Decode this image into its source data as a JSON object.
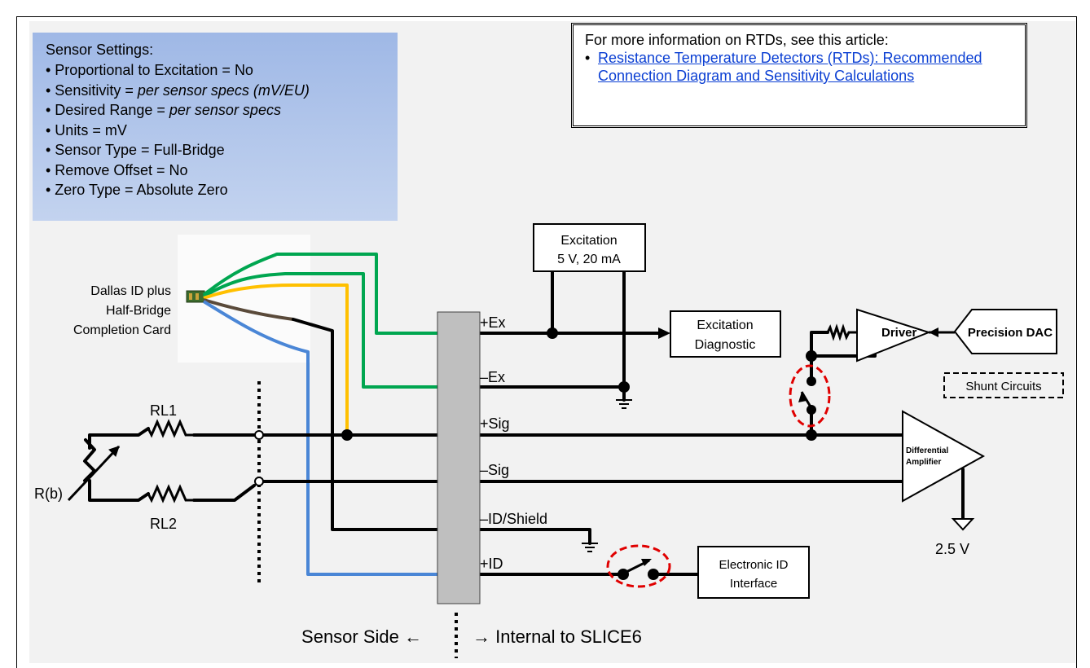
{
  "settings": {
    "title": "Sensor Settings:",
    "items": [
      {
        "label": "• Proportional to Excitation = ",
        "value": "No",
        "italic": false
      },
      {
        "label": "• Sensitivity = ",
        "value": "per sensor specs (mV/EU)",
        "italic": true
      },
      {
        "label": "• Desired Range = ",
        "value": "per sensor specs",
        "italic": true
      },
      {
        "label": "• Units = ",
        "value": "mV",
        "italic": false
      },
      {
        "label": "• Sensor Type = ",
        "value": "Full-Bridge",
        "italic": false
      },
      {
        "label": "• Remove Offset = ",
        "value": "No",
        "italic": false
      },
      {
        "label": "• Zero Type = ",
        "value": "Absolute Zero",
        "italic": false
      }
    ]
  },
  "info": {
    "title": "For more information on RTDs, see this article:",
    "bullet": "•",
    "link": "Resistance Temperature Detectors (RTDs): Recommended Connection Diagram and Sensitivity Calculations"
  },
  "diagram": {
    "card_label": [
      "Dallas ID plus",
      "Half-Bridge",
      "Completion Card"
    ],
    "rl1": "RL1",
    "rl2": "RL2",
    "rb": "R(b)",
    "excitation": [
      "Excitation",
      "5 V, 20 mA"
    ],
    "excitation_diagnostic": [
      "Excitation",
      "Diagnostic"
    ],
    "driver": "Driver",
    "precision_dac": "Precision DAC",
    "shunt_circuits": "Shunt Circuits",
    "differential_amplifier": [
      "Differential",
      "Amplifier"
    ],
    "reference_voltage": "2.5 V",
    "electronic_id": [
      "Electronic ID",
      "Interface"
    ],
    "pins": [
      "+Ex",
      "–Ex",
      "+Sig",
      "–Sig",
      "–ID/Shield",
      "+ID"
    ],
    "sensor_side": "Sensor Side ←",
    "internal_side": "→ Internal to SLICE6"
  },
  "colors": {
    "wire": "#000000",
    "green_wire": "#00a650",
    "orange_wire": "#ffc000",
    "brown_wire": "#5a4a3a",
    "blue_wire": "#4a86d6",
    "switch_highlight": "#e00000",
    "connector": "#bfbfbf",
    "settings_bg": "#a9c0ea",
    "link": "#0b3fd3"
  }
}
